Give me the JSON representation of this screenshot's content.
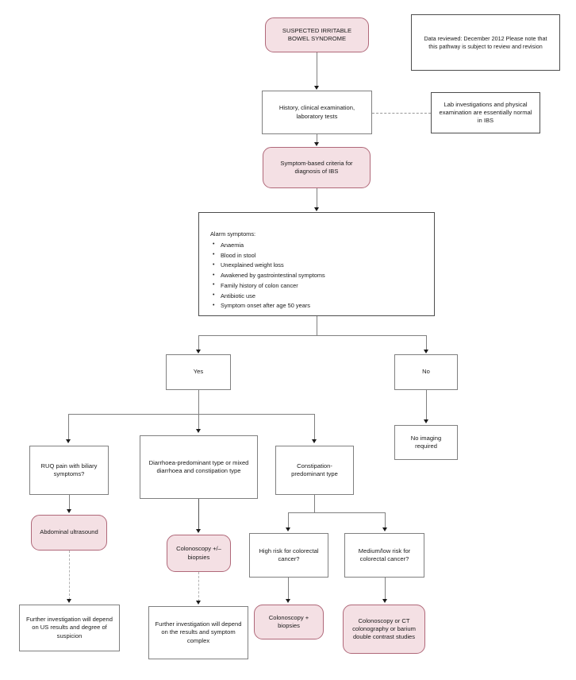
{
  "diagram": {
    "title": "Suspected irritable bowel syndrome clinical pathway",
    "colors": {
      "pill_fill": "#f4e0e4",
      "pill_border": "#b06879",
      "box_border": "#808080",
      "box_fill": "#ffffff",
      "connector": "#808080",
      "text": "#1a1a1a"
    }
  },
  "nodes": {
    "suspected_ibs": "SUSPECTED IRRITABLE BOWEL SYNDROME",
    "data_review_note": "Data reviewed: December 2012 Please note that this pathway is subject to review and revision",
    "history_exam": "History, clinical examination, laboratory tests",
    "lab_normal_note": "Lab investigations and physical examination are essentially normal in IBS",
    "symptom_criteria": "Symptom-based criteria for diagnosis of IBS",
    "alarm_title": "Alarm symptoms:",
    "alarm_items": [
      "Anaemia",
      "Blood in stool",
      "Unexplained weight loss",
      "Awakened by gastrointestinal symptoms",
      "Family history of colon cancer",
      "Antibiotic use",
      "Symptom onset after age 50 years"
    ],
    "yes": "Yes",
    "no": "No",
    "no_imaging": "No imaging required",
    "ruq_pain": "RUQ pain with biliary symptoms?",
    "diarrhoea_type": "Diarrhoea-predominant type or mixed diarrhoea and constipation type",
    "constipation_type": "Constipation-predominant type",
    "abdominal_ultrasound": "Abdominal ultrasound",
    "colonoscopy_biopsies": "Colonoscopy +/– biopsies",
    "high_risk": "High risk for colorectal cancer?",
    "medium_low_risk": "Medium/low risk for colorectal cancer?",
    "further_us": "Further investigation will depend on US results and degree of suspicion",
    "further_results": "Further investigation will depend on the results and symptom complex",
    "colonoscopy_plus_biopsies": "Colonoscopy + biopsies",
    "colonography_barium": "Colonoscopy or CT colonography or barium double contrast studies"
  }
}
